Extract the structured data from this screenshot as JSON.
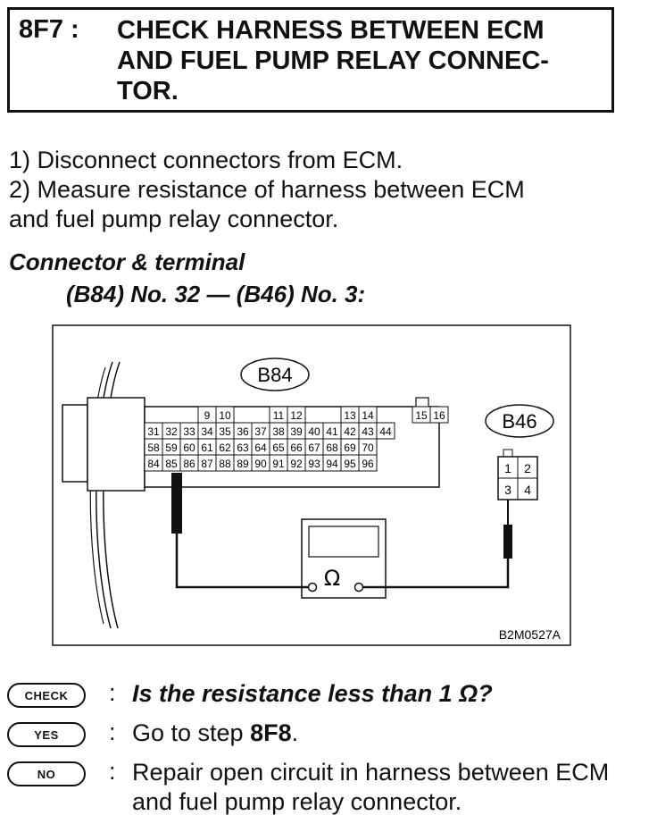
{
  "header": {
    "step_id": "8F7 :",
    "title": "CHECK HARNESS BETWEEN ECM\nAND FUEL PUMP RELAY CONNEC-\nTOR."
  },
  "instructions": [
    "1)  Disconnect connectors from ECM.",
    "2)  Measure resistance of harness between ECM",
    "and fuel pump relay connector."
  ],
  "connector_terminal": {
    "heading": "Connector & terminal",
    "spec": "(B84) No. 32 — (B46) No. 3:"
  },
  "diagram": {
    "ecm_label": "B84",
    "relay_label": "B46",
    "ecm_row1": [
      "9",
      "10",
      "11",
      "12",
      "13",
      "14",
      "15",
      "16"
    ],
    "ecm_row2": [
      "31",
      "32",
      "33",
      "34",
      "35",
      "36",
      "37",
      "38",
      "39",
      "40",
      "41",
      "42",
      "43",
      "44"
    ],
    "ecm_row3": [
      "58",
      "59",
      "60",
      "61",
      "62",
      "63",
      "64",
      "65",
      "66",
      "67",
      "68",
      "69",
      "70"
    ],
    "ecm_row4": [
      "84",
      "85",
      "86",
      "87",
      "88",
      "89",
      "90",
      "91",
      "92",
      "93",
      "94",
      "95",
      "96"
    ],
    "relay_pins": [
      "1",
      "2",
      "3",
      "4"
    ],
    "meter_symbol": "Ω",
    "figure_code": "B2M0527A"
  },
  "check": {
    "badge": "CHECK",
    "colon": ":",
    "question": "Is the resistance less than 1 Ω?"
  },
  "yes": {
    "badge": "YES",
    "colon": ":",
    "prefix": "Go to step ",
    "step": "8F8",
    "suffix": "."
  },
  "no": {
    "badge": "NO",
    "colon": ":",
    "text": "Repair open circuit in harness between ECM and fuel pump relay connector."
  }
}
